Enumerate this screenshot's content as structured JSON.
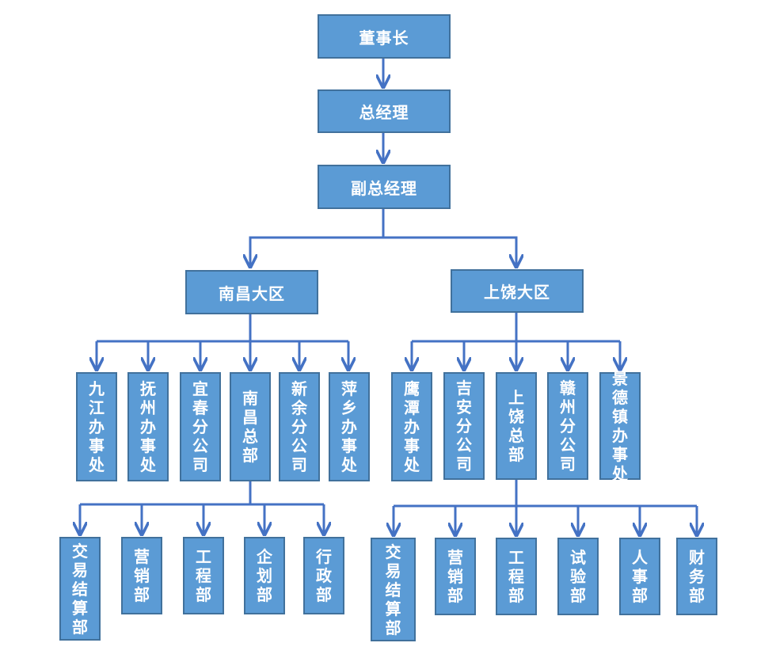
{
  "nodes": {
    "chairman": "董事长",
    "gm": "总经理",
    "dgm": "副总经理",
    "nanchang_region": "南昌大区",
    "shangrao_region": "上饶大区",
    "jiujiang": "九江办事处",
    "fuzhou": "抚州办事处",
    "yichun": "宜春分公司",
    "nanchang_hq": "南昌总部",
    "xinyu": "新余分公司",
    "pingxiang": "萍乡办事处",
    "yingtan": "鹰潭办事处",
    "jian": "吉安分公司",
    "shangrao_hq": "上饶总部",
    "ganzhou": "赣州分公司",
    "jingdezhen": "景德镇办事处",
    "nc_settlement": "交易结算部",
    "nc_sales": "营销部",
    "nc_engineering": "工程部",
    "nc_planning": "企划部",
    "nc_admin": "行政部",
    "sr_settlement": "交易结算部",
    "sr_sales": "营销部",
    "sr_engineering": "工程部",
    "sr_testing": "试验部",
    "sr_hr": "人事部",
    "sr_finance": "财务部"
  },
  "colors": {
    "box_fill": "#5b9bd5",
    "box_border": "#41719c",
    "connector": "#4472c4",
    "text": "#ffffff"
  }
}
